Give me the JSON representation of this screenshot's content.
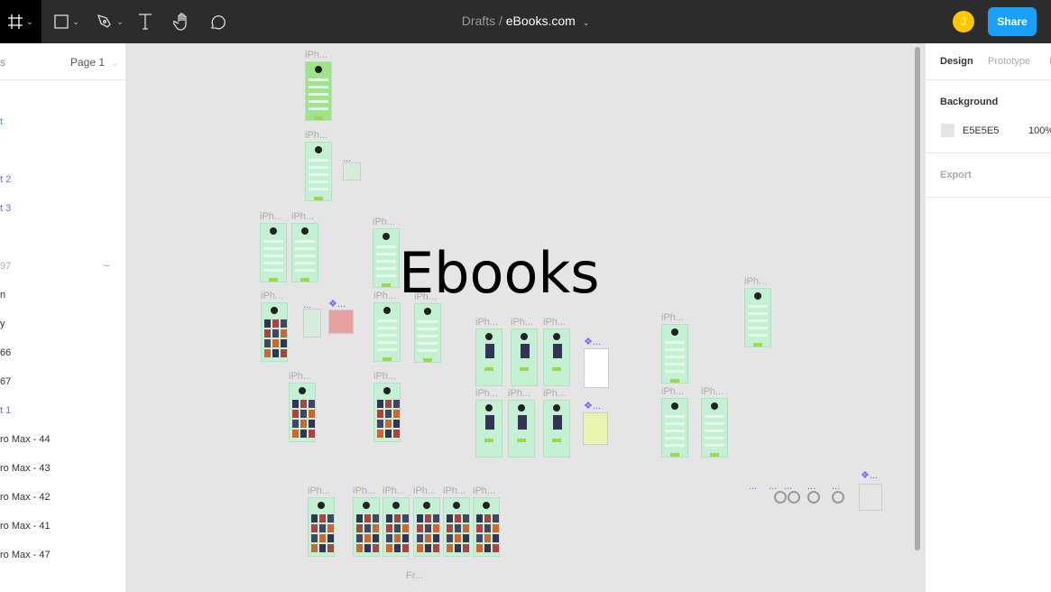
{
  "topbar": {
    "breadcrumb_parent": "Drafts",
    "separator": "/",
    "file_name": "eBooks.com",
    "avatar_initial": "J",
    "share_label": "Share",
    "tools": [
      "frame-tool",
      "shape-tool",
      "pen-tool",
      "text-tool",
      "hand-tool",
      "comment-tool"
    ]
  },
  "left_panel": {
    "tab_partial": "s",
    "page_selector": "Page 1",
    "layers": [
      {
        "label": "t",
        "style": "blue"
      },
      {
        "label": "t 2",
        "style": "purple"
      },
      {
        "label": "t 3",
        "style": "purple"
      },
      {
        "label": "97",
        "style": "gray",
        "hidden": true
      },
      {
        "label": "n",
        "style": ""
      },
      {
        "label": "y",
        "style": ""
      },
      {
        "label": "66",
        "style": ""
      },
      {
        "label": "67",
        "style": ""
      },
      {
        "label": "t 1",
        "style": "purple"
      },
      {
        "label": "ro Max - 44",
        "style": ""
      },
      {
        "label": "ro Max - 43",
        "style": ""
      },
      {
        "label": "ro Max - 42",
        "style": ""
      },
      {
        "label": "ro Max - 41",
        "style": ""
      },
      {
        "label": "ro Max - 47",
        "style": ""
      }
    ]
  },
  "canvas": {
    "heading": "Ebooks",
    "frame_label": "iPh...",
    "component_label": "...",
    "component_glyph": "❖",
    "bottom_label": "Fr...",
    "background": "#E5E5E5"
  },
  "right_panel": {
    "tabs": [
      "Design",
      "Prototype",
      "I"
    ],
    "background_heading": "Background",
    "bg_hex": "E5E5E5",
    "bg_opacity": "100%",
    "bg_color": "#E5E5E5",
    "export_heading": "Export"
  }
}
